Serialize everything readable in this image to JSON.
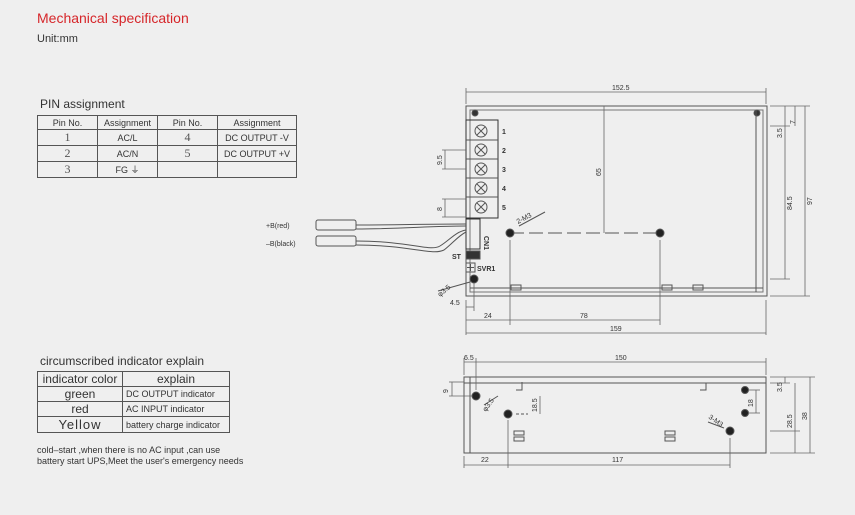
{
  "header": {
    "title": "Mechanical specification",
    "unit": "Unit:mm"
  },
  "pin_assignment": {
    "title": "PIN assignment",
    "headers": [
      "Pin No.",
      "Assignment",
      "Pin No.",
      "Assignment"
    ],
    "rows": [
      [
        "1",
        "AC/L",
        "4",
        "DC OUTPUT -V"
      ],
      [
        "2",
        "AC/N",
        "5",
        "DC OUTPUT +V"
      ],
      [
        "3",
        "FG ⏚",
        "",
        ""
      ]
    ]
  },
  "indicator": {
    "title": "circumscribed indicator explain",
    "headers": [
      "indicator color",
      "explain"
    ],
    "rows": [
      [
        "green",
        "DC OUTPUT indicator"
      ],
      [
        "red",
        "AC INPUT  indicator"
      ],
      [
        "Yellow",
        "battery charge   indicator"
      ]
    ],
    "note_line1": "cold–start ,when there is no AC input ,can use",
    "note_line2": "battery start UPS,Meet the user's emergency needs"
  },
  "top_view": {
    "width_label": "152.5",
    "dim_7": "7",
    "dim_3_5": "3.5",
    "dim_65": "65",
    "dim_84_5": "84.5",
    "dim_97": "97",
    "dim_9_5": "9.5",
    "dim_8": "8",
    "hole_label": "2-M3",
    "dia_label": "φ3.5",
    "dim_4_5": "4.5",
    "dim_24": "24",
    "dim_78": "78",
    "dim_159": "159",
    "terminals": [
      "1",
      "2",
      "3",
      "4",
      "5"
    ],
    "cn1": "CN1",
    "st": "ST",
    "svr1": "SVR1",
    "wire_pos": "+B(red)",
    "wire_neg": "–B(black)"
  },
  "side_view": {
    "dim_6_5": "6.5",
    "dim_150": "150",
    "dim_9": "9",
    "dim_18_5": "18.5",
    "dia_label": "φ3.5",
    "dim_18": "18",
    "hole_label": "3-M3",
    "dim_3_5": "3.5",
    "dim_28_5": "28.5",
    "dim_38": "38",
    "dim_22": "22",
    "dim_117": "117"
  }
}
